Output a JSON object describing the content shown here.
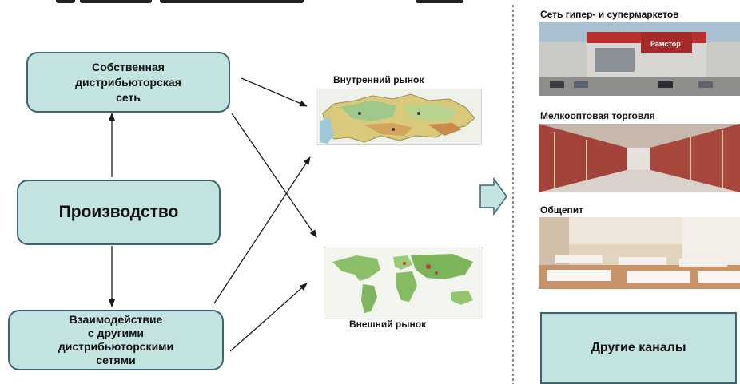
{
  "diagram": {
    "own_distribution": "Собственная\nдистрибьюторская\nсеть",
    "production": "Производство",
    "interaction": "Взаимодействие\nс другими\nдистрибьюторскими\nсетями",
    "domestic_market": "Внутренний рынок",
    "foreign_market": "Внешний рынок"
  },
  "channels": {
    "retail_chains": "Сеть гипер- и супермаркетов",
    "store_sign": "Рамстор",
    "small_wholesale": "Мелкооптовая торговля",
    "catering": "Общепит",
    "other": "Другие каналы"
  },
  "colors": {
    "box_fill": "#c3e3e1",
    "box_border": "#3b6470",
    "arrow": "#1a1a1a",
    "divider": "#555555"
  }
}
